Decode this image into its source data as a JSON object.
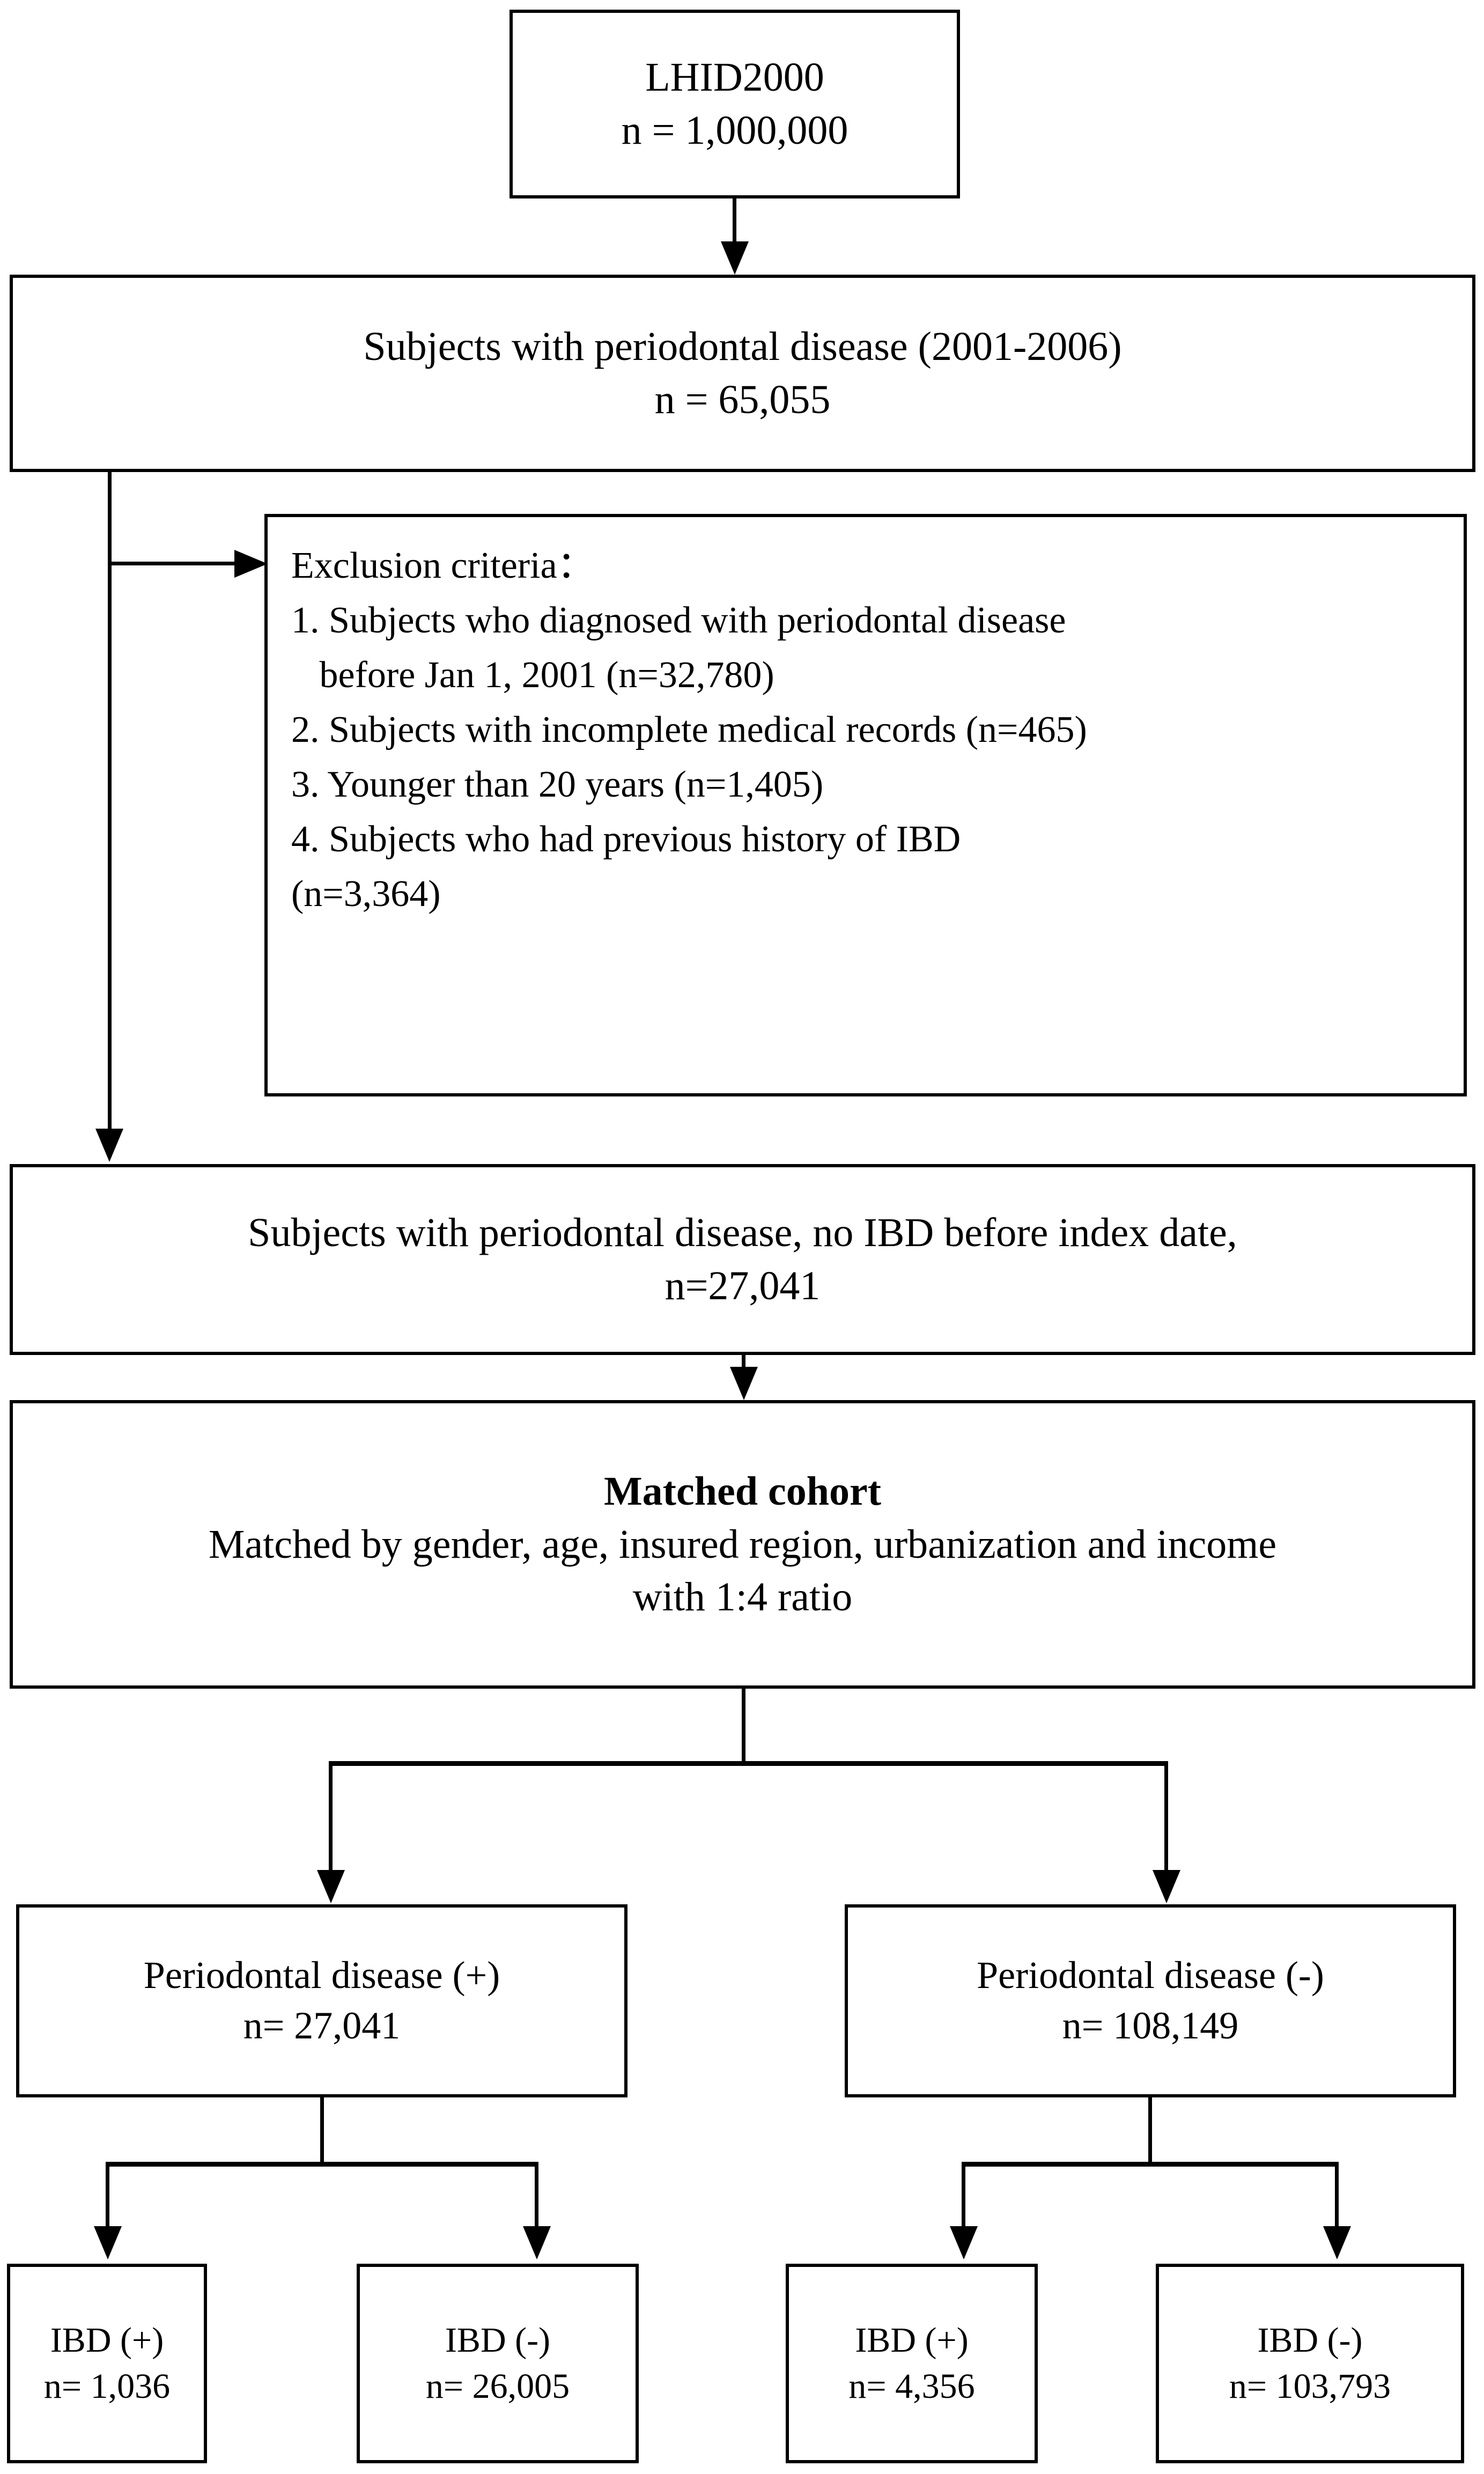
{
  "diagram": {
    "type": "study-flowchart",
    "title_node": {
      "line1": "LHID2000",
      "line2": "n = 1,000,000"
    },
    "periodontal_cohort": {
      "line1": "Subjects with periodontal disease (2001-2006)",
      "line2": "n = 65,055"
    },
    "exclusion": {
      "heading": "Exclusion criteria：",
      "items": [
        "1. Subjects who diagnosed with periodontal disease",
        "   before Jan 1, 2001 (n=32,780)",
        "2. Subjects with incomplete medical records (n=465)",
        "3. Younger than 20 years (n=1,405)",
        "4. Subjects who had previous history of IBD",
        "(n=3,364)"
      ]
    },
    "eligible": {
      "line1": "Subjects with periodontal disease, no IBD before index date,",
      "line2": "n=27,041"
    },
    "matched_cohort": {
      "title": "Matched cohort",
      "line1": "Matched by gender, age, insured region, urbanization and income",
      "line2": "with 1:4 ratio"
    },
    "groups": [
      {
        "label": "Periodontal disease (+)",
        "count": "n= 27,041",
        "children": [
          {
            "label": "IBD (+)",
            "count": "n= 1,036"
          },
          {
            "label": "IBD (-)",
            "count": "n= 26,005"
          }
        ]
      },
      {
        "label": "Periodontal disease (-)",
        "count": "n= 108,149",
        "children": [
          {
            "label": "IBD (+)",
            "count": "n= 4,356"
          },
          {
            "label": "IBD (-)",
            "count": "n= 103,793"
          }
        ]
      }
    ],
    "colors": {
      "stroke": "#000000",
      "fill": "#ffffff",
      "text": "#000000"
    }
  }
}
